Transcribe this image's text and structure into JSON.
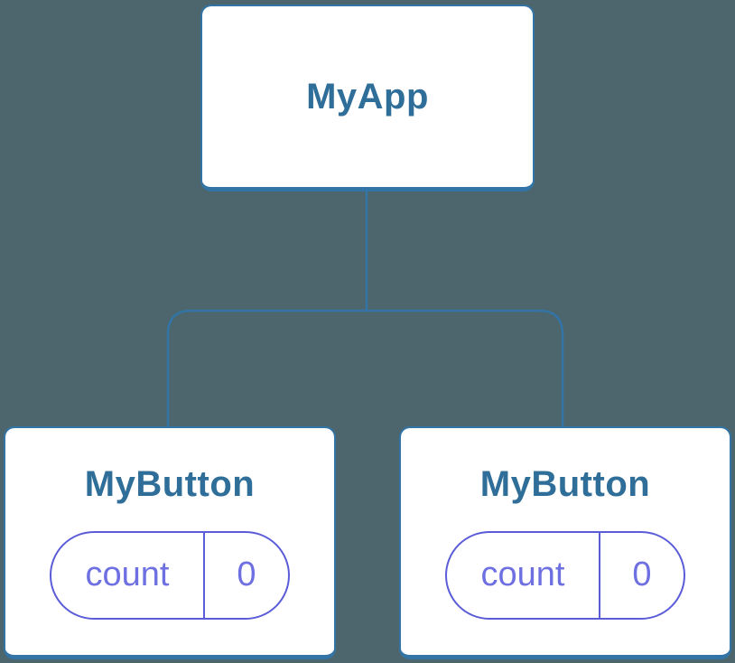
{
  "diagram": {
    "type": "component-tree",
    "root": {
      "label": "MyApp"
    },
    "children": [
      {
        "label": "MyButton",
        "state": {
          "name": "count",
          "value": "0"
        }
      },
      {
        "label": "MyButton",
        "state": {
          "name": "count",
          "value": "0"
        }
      }
    ]
  },
  "colors": {
    "bg": "#4D666E",
    "line": "#3274A5",
    "heading": "#2F6E99",
    "pill-border": "#5A5CD8",
    "pill-text": "#6E70E2",
    "card-bg": "#FFFFFF"
  }
}
